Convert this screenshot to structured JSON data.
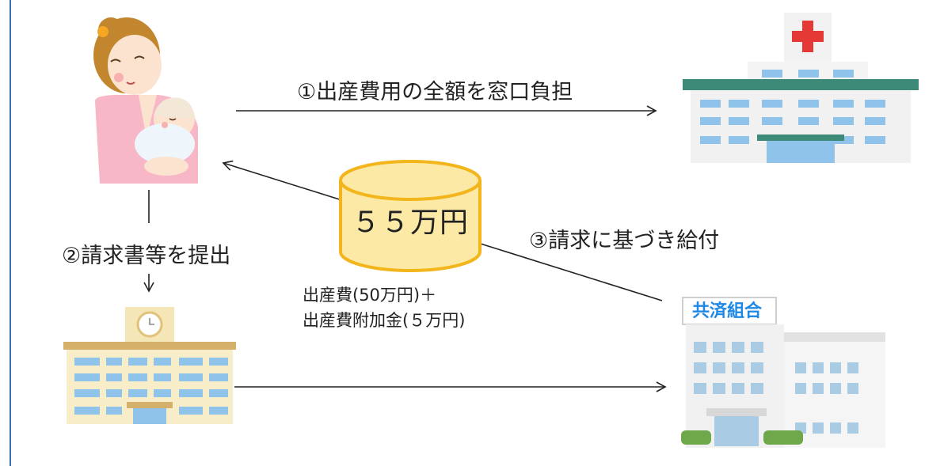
{
  "labels": {
    "payment": "①出産費用の全額を窓口負担",
    "claim": "②請求書等を提出",
    "benefit": "③請求に基づき給付",
    "amount": "５５万円",
    "breakdown_line1": "出産費(50万円)＋",
    "breakdown_line2": "出産費附加金(５万円)",
    "union_sign": "共済組合"
  },
  "icons": [
    "mother-baby-icon",
    "hospital-icon",
    "office-building-icon",
    "kyosai-building-icon",
    "money-cylinder-icon"
  ],
  "colors": {
    "accent": "#3a6fb0",
    "cylinder_fill": "#fde9a6",
    "cylinder_stroke": "#f2b51c",
    "hospital_cross": "#e53935",
    "sign_blue": "#1e88e5"
  }
}
